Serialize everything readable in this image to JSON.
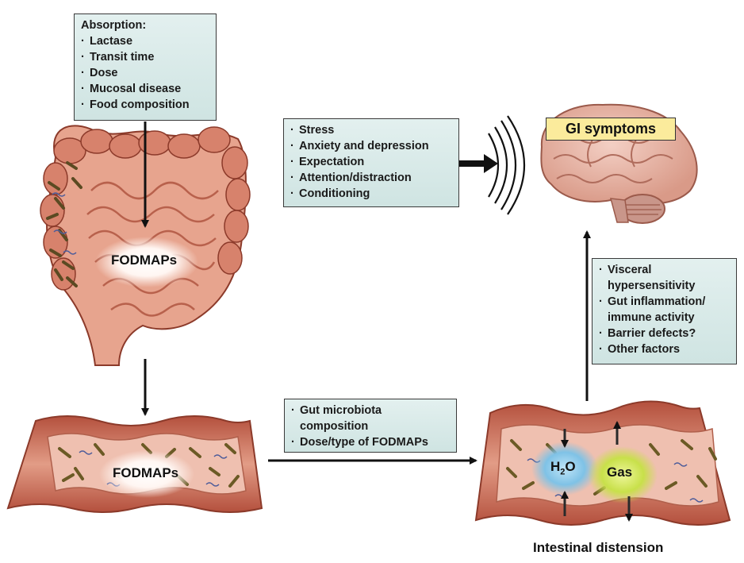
{
  "absorption_box": {
    "title": "Absorption:",
    "items": [
      "Lactase",
      "Transit time",
      "Dose",
      "Mucosal disease",
      "Food composition"
    ]
  },
  "psych_box": {
    "items": [
      "Stress",
      "Anxiety and depression",
      "Expectation",
      "Attention/distraction",
      "Conditioning"
    ]
  },
  "visceral_box": {
    "items": [
      "Visceral hypersensitivity",
      "Gut inflammation/ immune activity",
      "Barrier defects?",
      "Other factors"
    ]
  },
  "microbiota_box": {
    "items": [
      "Gut microbiota composition",
      "Dose/type of FODMAPs"
    ]
  },
  "labels": {
    "fodmaps_colon": "FODMAPs",
    "fodmaps_lumen": "FODMAPs",
    "gi_symptoms": "GI symptoms",
    "water_main": "H",
    "water_sub": "2",
    "water_end": "O",
    "gas": "Gas",
    "distension": "Intestinal distension"
  },
  "colors": {
    "box_fill": "#d9ebe9",
    "gut_tissue": "#d98b74",
    "gut_wall": "#8c3a2a",
    "brain": "#e7b6a8",
    "gi_label_fill": "#fbeb9c",
    "water_glow": "#7fc2e6",
    "gas_glow": "#c8e04a"
  }
}
